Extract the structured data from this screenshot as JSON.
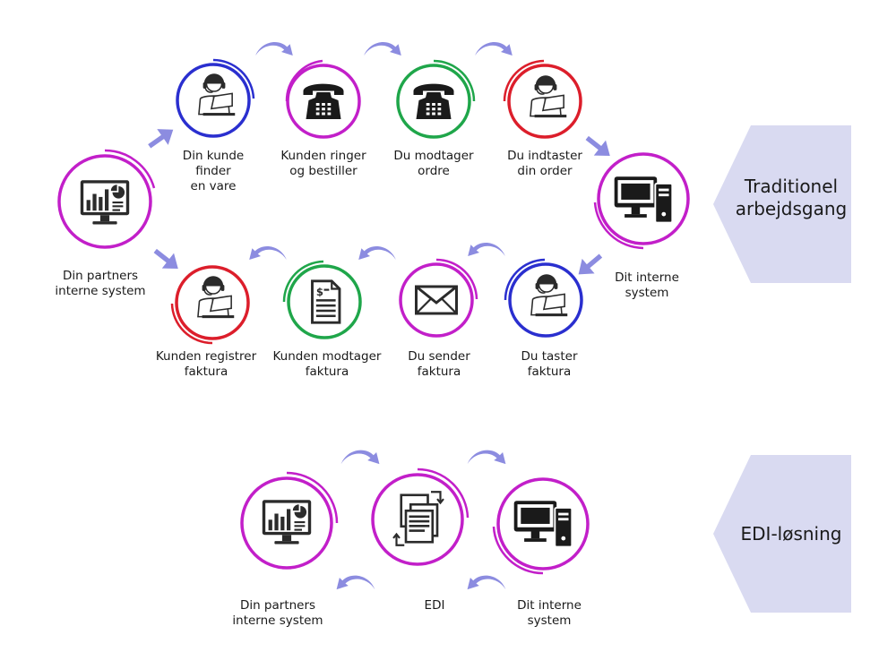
{
  "colors": {
    "magenta": "#c21fc9",
    "blue": "#2a2fcf",
    "red": "#dc1e2b",
    "green": "#1fa64a",
    "arrow": "#8c8ce0",
    "banner": "#d9daf1",
    "icon": "#2b2b2b"
  },
  "traditional": {
    "banner_label": "Traditionel\narbejdsgang",
    "nodes": [
      {
        "id": "partner-system",
        "icon": "monitor-chart-icon",
        "ring": "magenta",
        "label": "Din partners\ninterne system"
      },
      {
        "id": "customer-finds",
        "icon": "person-laptop-icon",
        "ring": "blue",
        "label": "Din kunde\nfinder\nen vare"
      },
      {
        "id": "customer-calls",
        "icon": "telephone-icon",
        "ring": "magenta",
        "label": "Kunden ringer\nog bestiller"
      },
      {
        "id": "you-receive-order",
        "icon": "telephone-icon",
        "ring": "green",
        "label": "Du modtager\nordre"
      },
      {
        "id": "you-enter-order",
        "icon": "person-laptop-icon",
        "ring": "red",
        "label": "Du indtaster\ndin order"
      },
      {
        "id": "internal-system",
        "icon": "desktop-computer-icon",
        "ring": "magenta",
        "label": "Dit interne\nsystem"
      },
      {
        "id": "you-type-invoice",
        "icon": "person-laptop-icon",
        "ring": "blue",
        "label": "Du taster\nfaktura"
      },
      {
        "id": "you-send-invoice",
        "icon": "envelope-icon",
        "ring": "magenta",
        "label": "Du sender\nfaktura"
      },
      {
        "id": "customer-receives-invoice",
        "icon": "invoice-document-icon",
        "ring": "green",
        "label": "Kunden modtager\nfaktura"
      },
      {
        "id": "customer-registers-invoice",
        "icon": "person-laptop-icon",
        "ring": "red",
        "label": "Kunden registrer\nfaktura"
      }
    ]
  },
  "edi": {
    "banner_label": "EDI-løsning",
    "nodes": [
      {
        "id": "edi-partner-system",
        "icon": "monitor-chart-icon",
        "ring": "magenta",
        "label": "Din partners\ninterne system"
      },
      {
        "id": "edi-exchange",
        "icon": "edi-documents-icon",
        "ring": "magenta",
        "label": "EDI"
      },
      {
        "id": "edi-internal-system",
        "icon": "desktop-computer-icon",
        "ring": "magenta",
        "label": "Dit interne\nsystem"
      }
    ]
  }
}
